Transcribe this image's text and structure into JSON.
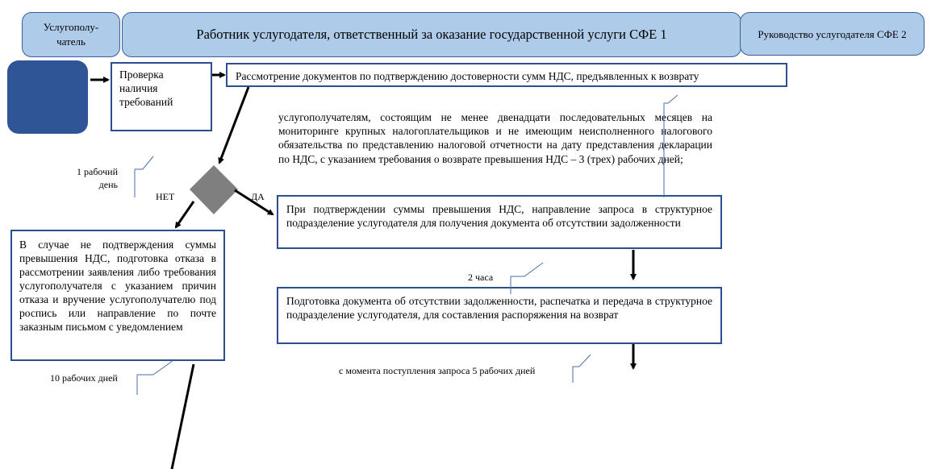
{
  "header": {
    "col1": "Услугополу-\nчатель",
    "col2": "Работник услугодателя, ответственный за оказание государственной услуги СФЕ 1",
    "col3": "Руководство услугодателя СФЕ 2"
  },
  "nodes": {
    "check": "Проверка наличия требований",
    "review": "Рассмотрение документов по подтверждению достоверности сумм НДС, предъявленных к возврату",
    "note": "услугополучателям, состоящим не менее двенадцати последовательных месяцев на мониторинге крупных налогоплательщиков и не имеющим неисполненного налогового обязательства по представлению налоговой отчетности на дату представления декларации по НДС, с указанием требования о возврате превышения НДС – 3 (трех) рабочих дней;",
    "yes_box": "При подтверждении суммы превышения НДС, направление запроса в структурное подразделение услугодателя для получения документа об отсутствии задолженности",
    "no_box": "В случае не подтверждения суммы превышения НДС, подготовка отказа в рассмотрении заявления либо требования услугополучателя с указанием причин отказа и вручение услугополучателю под роспись или направление по почте заказным письмом с уведомлением",
    "prepare": "Подготовка документа об отсутствии задолженности, распечатка и передача в структурное подразделение услугодателя, для составления распоряжения на возврат"
  },
  "labels": {
    "one_day": "1 рабочий день",
    "no": "НЕТ",
    "yes": "ДА",
    "two_hours": "2 часа",
    "five_days": "с момента поступления запроса 5 рабочих дней",
    "ten_days": "10 рабочих дней"
  },
  "colors": {
    "header_fill": "#aecbea",
    "start_fill": "#2f5597",
    "diamond": "#7f7f7f",
    "border": "#2e4f8f"
  }
}
